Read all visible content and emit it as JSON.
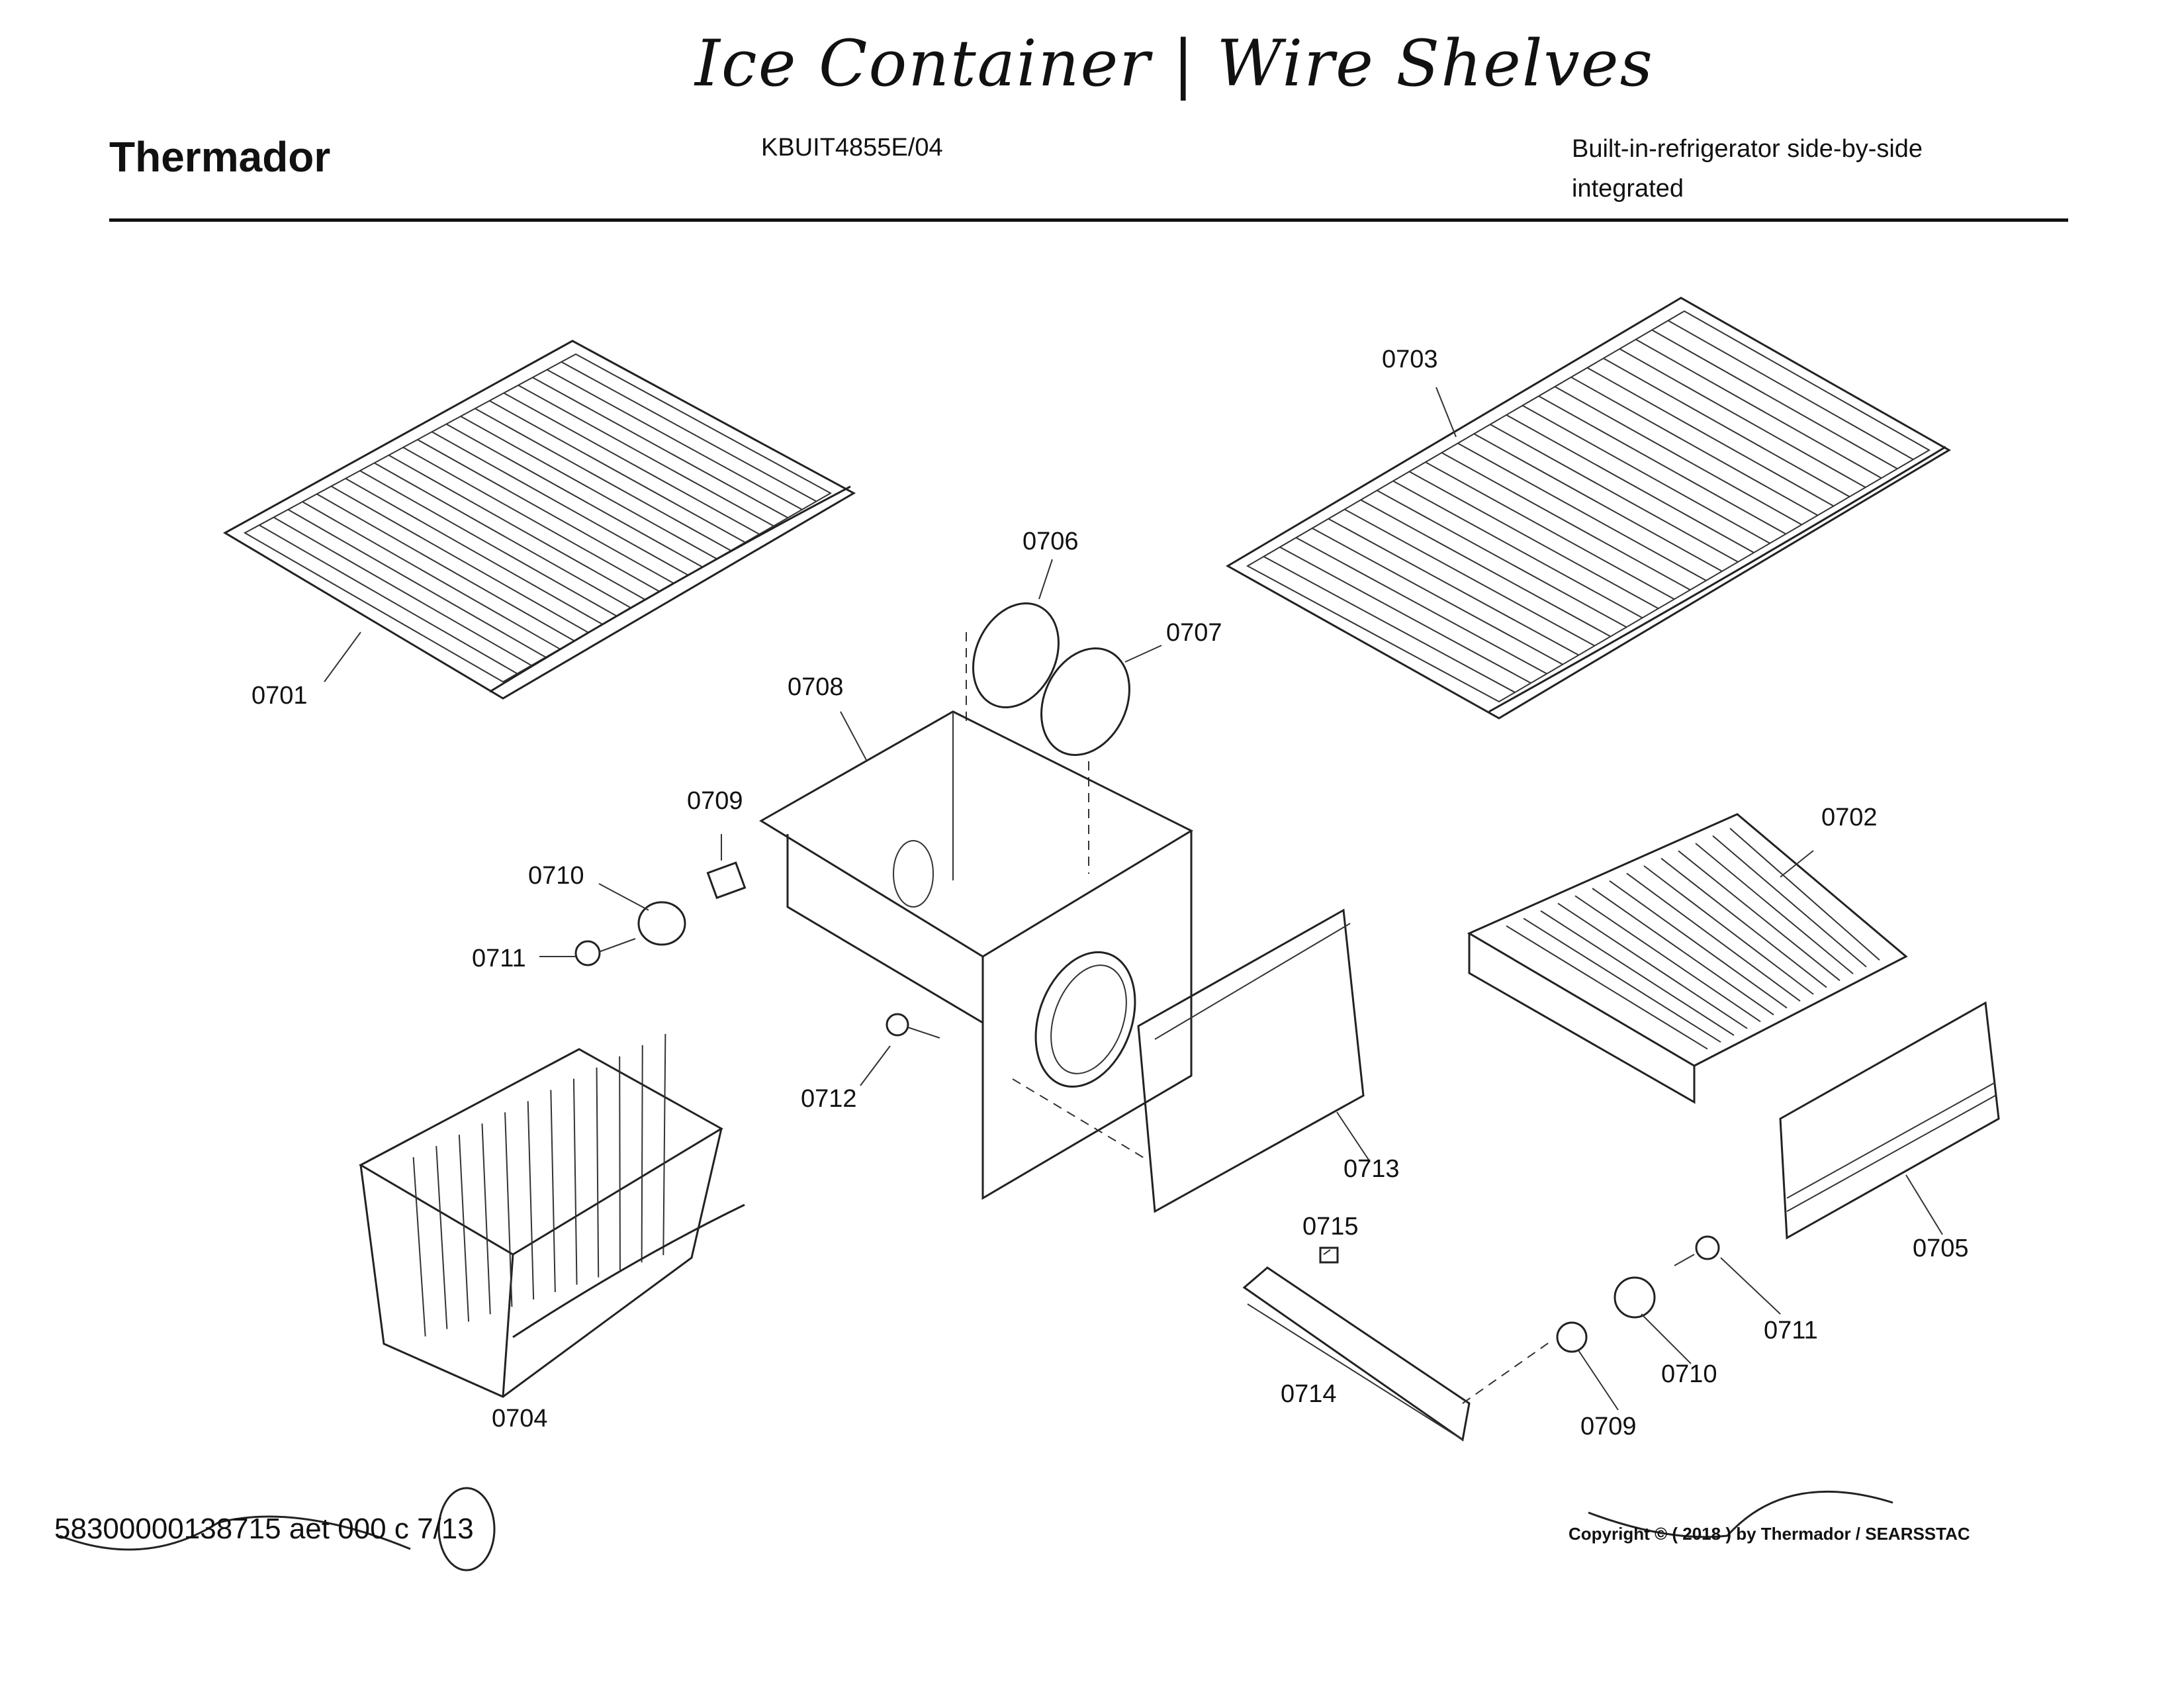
{
  "header": {
    "handwritten_title": "Ice Container | Wire Shelves",
    "brand": "Thermador",
    "model": "KBUIT4855E/04",
    "description_line1": "Built-in-refrigerator side-by-side",
    "description_line2": "integrated"
  },
  "parts": {
    "p0701": "0701",
    "p0702": "0702",
    "p0703": "0703",
    "p0704": "0704",
    "p0705": "0705",
    "p0706": "0706",
    "p0707": "0707",
    "p0708": "0708",
    "p0709a": "0709",
    "p0709b": "0709",
    "p0710a": "0710",
    "p0710b": "0710",
    "p0711a": "0711",
    "p0711b": "0711",
    "p0712": "0712",
    "p0713": "0713",
    "p0714": "0714",
    "p0715": "0715"
  },
  "footer": {
    "document_number": "58300000138715 aet 000 c 7/13",
    "copyright": "Copyright © ( 2018 ) by Thermador  / SEARSSTAC"
  }
}
